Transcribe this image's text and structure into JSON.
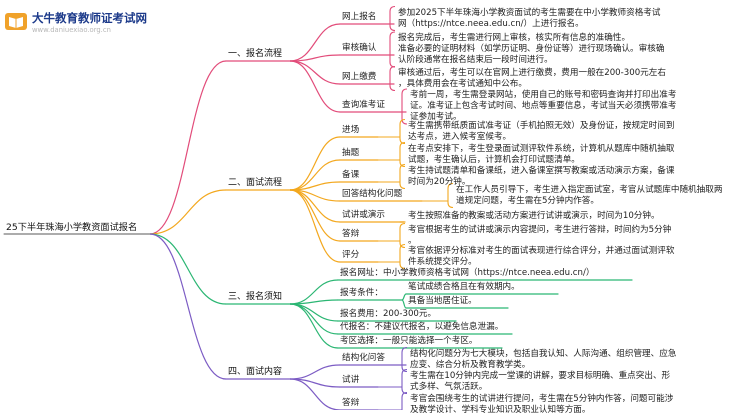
{
  "watermark": {
    "title": "大牛教育教师证考试网",
    "url": "www.daniuexiao.org.cn"
  },
  "root": "25下半年珠海小学教资面试报名",
  "branches": [
    {
      "label": "一、报名流程",
      "color": "#e24c7a",
      "items": [
        {
          "label": "网上报名",
          "desc": [
            "参加2025下半年珠海小学教资面试的考生需要在中小学教师资格考试",
            "网（https://ntce.neea.edu.cn/）上进行报名。"
          ]
        },
        {
          "label": "审核确认",
          "desc": [
            "报名完成后，考生需进行网上审核，核实所有信息的准确性。",
            "准备必要的证明材料（如学历证明、身份证等）进行现场确认。审核确",
            "认阶段通常在报名结束后一段时间进行。"
          ]
        },
        {
          "label": "网上缴费",
          "desc": [
            "审核通过后，考生可以在官网上进行缴费，费用一般在200-300元左右",
            "，具体费用会在考试通知中公布。"
          ]
        },
        {
          "label": "查询准考证",
          "desc": [
            "考前一周，考生需登录网站，使用自己的账号和密码查询并打印出准考",
            "证。准考证上包含考试时间、地点等重要信息，考试当天必须携带准考",
            "证参加考试。"
          ]
        }
      ]
    },
    {
      "label": "二、面试流程",
      "color": "#f3a81f",
      "items": [
        {
          "label": "进场",
          "desc": [
            "考生需携带纸质面试准考证（手机拍照无效）及身份证，按规定时间到",
            "达考点，进入候考室候考。"
          ]
        },
        {
          "label": "抽题",
          "desc": [
            "在考点安排下，考生登录面试测评软件系统，计算机从题库中随机抽取",
            "试题，考生确认后，计算机会打印试题清单。"
          ]
        },
        {
          "label": "备课",
          "desc": [
            "考生持试题清单和备课纸，进入备课室撰写教案或活动演示方案，备课",
            "时间为20分钟。"
          ]
        },
        {
          "label": "回答结构化问题",
          "desc": [
            "在工作人员引导下，考生进入指定面试室，考官从试题库中随机抽取两",
            "道规定问题，考生需在5分钟内作答。"
          ]
        },
        {
          "label": "试讲或演示",
          "desc": [
            "考生按照准备的教案或活动方案进行试讲或演示，时间为10分钟。"
          ]
        },
        {
          "label": "答辩",
          "desc": [
            "考官根据考生的试讲或演示内容提问，考生进行答辩，时间约为5分钟",
            "。"
          ]
        },
        {
          "label": "评分",
          "desc": [
            "考官依据评分标准对考生的面试表现进行综合评分，并通过面试测评软",
            "件系统提交评分。"
          ]
        }
      ]
    },
    {
      "label": "三、报名须知",
      "color": "#2bb673",
      "items": [
        {
          "label": "报名网址：中小学教师资格考试网（https://ntce.neea.edu.cn/）"
        },
        {
          "label": "报考条件：",
          "subs": [
            "笔试成绩合格且在有效期内。",
            "具备当地居住证。"
          ]
        },
        {
          "label": "报名费用：200-300元。"
        },
        {
          "label": "代报名：不建议代报名，以避免信息泄漏。"
        },
        {
          "label": "考区选择：一般只能选择一个考区。"
        }
      ]
    },
    {
      "label": "四、面试内容",
      "color": "#7c5cc4",
      "items": [
        {
          "label": "结构化问答",
          "desc": [
            "结构化问题分为七大模块，包括自我认知、人际沟通、组织管理、应急",
            "应变、综合分析及教育教学类。"
          ]
        },
        {
          "label": "试讲",
          "desc": [
            "考生需在10分钟内完成一堂课的讲解，要求目标明确、重点突出、形",
            "式多样、气氛活跃。"
          ]
        },
        {
          "label": "答辩",
          "desc": [
            "考官会围绕考生的试讲进行提问，考生需在5分钟内作答，问题可能涉",
            "及教学设计、学科专业知识及职业认知等方面。"
          ]
        }
      ]
    }
  ]
}
